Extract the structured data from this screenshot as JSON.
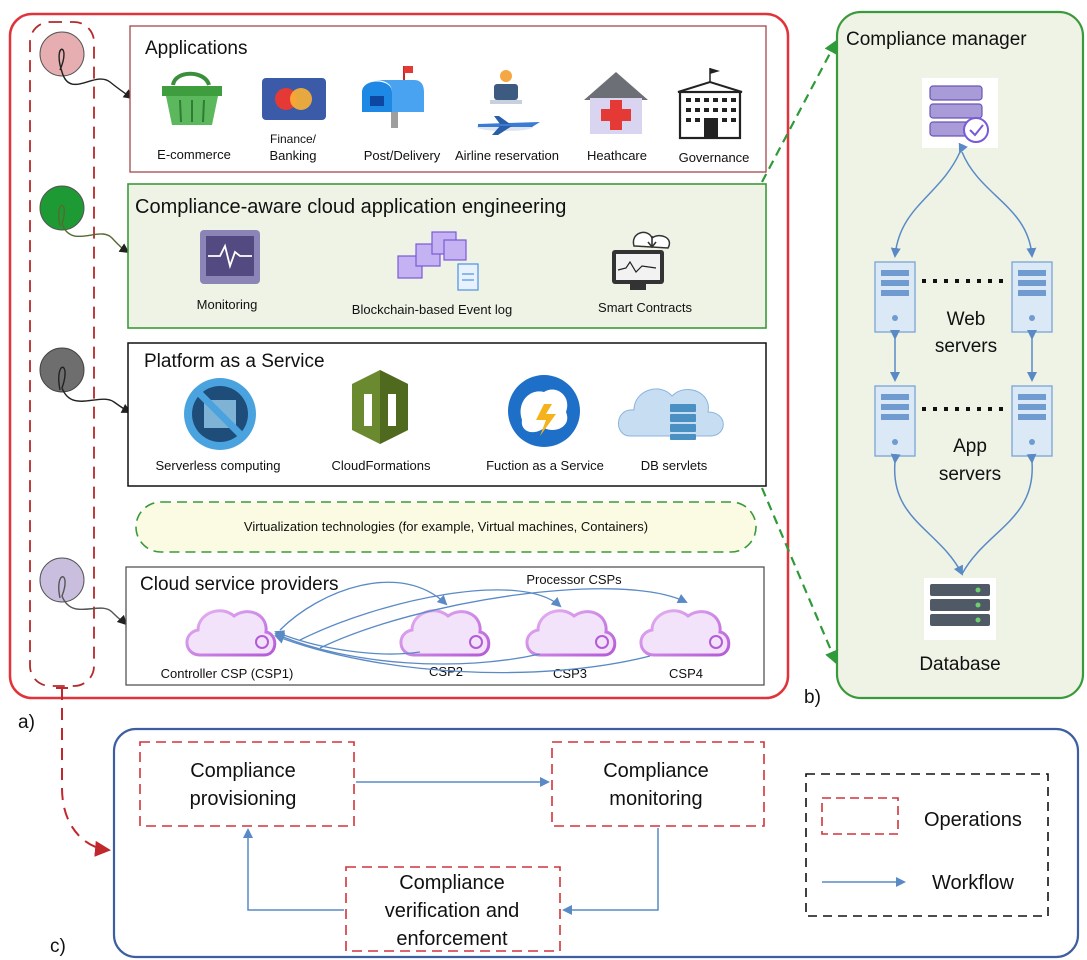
{
  "panel_a": {
    "label": "a)",
    "applications": {
      "title": "Applications",
      "items": [
        "E-commerce",
        "Finance/",
        "Banking",
        "Post/Delivery",
        "Airline reservation",
        "Heathcare",
        "Governance"
      ]
    },
    "engineering": {
      "title": "Compliance-aware cloud application engineering",
      "items": [
        "Monitoring",
        "Blockchain-based Event log",
        "Smart Contracts"
      ]
    },
    "paas": {
      "title": "Platform as a Service",
      "items": [
        "Serverless computing",
        "CloudFormations",
        "Fuction as a Service",
        "DB servlets"
      ]
    },
    "virtualization": "Virtualization technologies (for example, Virtual machines, Containers)",
    "csp": {
      "title": "Cloud service providers",
      "processor_label": "Processor CSPs",
      "items": [
        "Controller CSP (CSP1)",
        "CSP2",
        "CSP3",
        "CSP4"
      ]
    }
  },
  "panel_b": {
    "label": "b)",
    "title": "Compliance manager",
    "web_servers": [
      "Web",
      "servers"
    ],
    "app_servers": [
      "App",
      "servers"
    ],
    "database": "Database"
  },
  "panel_c": {
    "label": "c)",
    "provisioning": [
      "Compliance",
      "provisioning"
    ],
    "monitoring": [
      "Compliance",
      "monitoring"
    ],
    "verification": [
      "Compliance",
      "verification and",
      "enforcement"
    ],
    "legend": {
      "operations": "Operations",
      "workflow": "Workflow"
    }
  },
  "colors": {
    "red": "#e0343a",
    "dark_red": "#b22a2a",
    "green": "#3a9a3a",
    "green_fill": "#eef3e6",
    "blue": "#3d5fa0",
    "arrow_blue": "#5a8ac6",
    "yellow_fill": "#fbfbe4"
  }
}
